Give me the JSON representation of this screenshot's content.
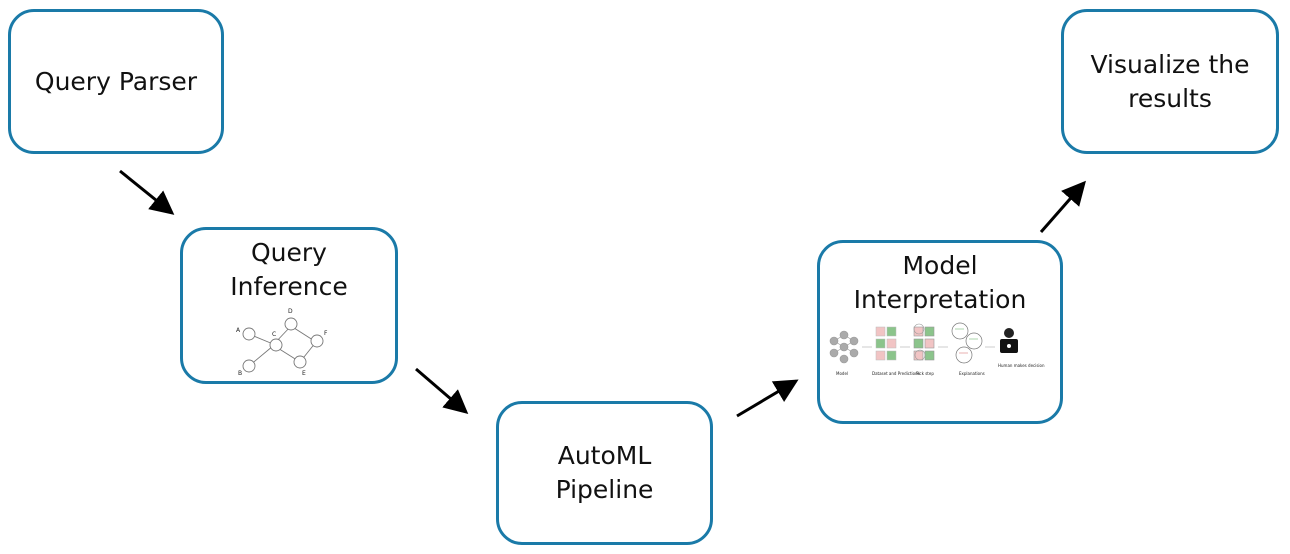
{
  "nodes": {
    "query_parser": {
      "label": "Query Parser"
    },
    "query_inference": {
      "label_line1": "Query",
      "label_line2": "Inference",
      "graph_nodes": [
        "A",
        "B",
        "C",
        "D",
        "E",
        "F"
      ]
    },
    "automl_pipeline": {
      "label_line1": "AutoML",
      "label_line2": "Pipeline"
    },
    "model_interpretation": {
      "label_line1": "Model",
      "label_line2": "Interpretation",
      "steps": [
        "Model",
        "Dataset and Predictions",
        "Pick step",
        "Explanations",
        "Human makes decision"
      ]
    },
    "visualize_results": {
      "label_line1": "Visualize the",
      "label_line2": "results"
    }
  },
  "colors": {
    "box_border": "#1a7aa8",
    "arrow": "#000000"
  }
}
